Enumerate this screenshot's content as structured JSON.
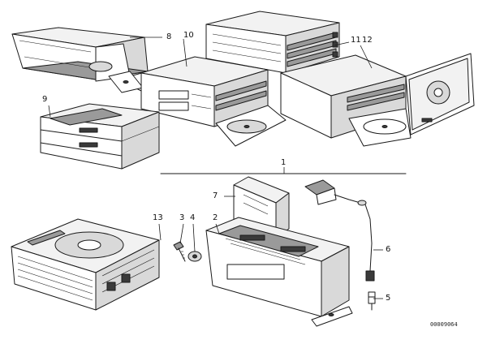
{
  "callouts": {
    "c1": "1",
    "c2": "2",
    "c3": "3",
    "c4": "4",
    "c5": "5",
    "c6": "6",
    "c7": "7",
    "c8": "8",
    "c9": "9",
    "c10": "10",
    "c11": "11",
    "c12": "12",
    "c13": "13"
  },
  "reference_code": "00009064"
}
